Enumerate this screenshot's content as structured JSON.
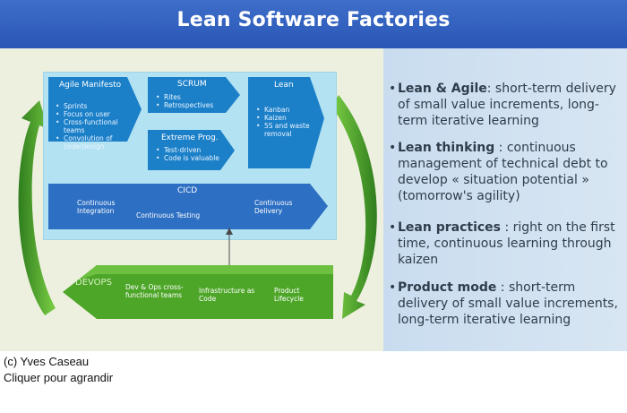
{
  "title": "Lean Software Factories",
  "boxes": {
    "agile": {
      "title": "Agile Manifesto",
      "items": [
        "Sprints",
        "Focus on user",
        "Cross-functional teams",
        "Convolution of code/design"
      ]
    },
    "scrum": {
      "title": "SCRUM",
      "items": [
        "Rites",
        "Retrospectives"
      ]
    },
    "xp": {
      "title": "Extreme Prog.",
      "items": [
        "Test-driven",
        "Code is valuable"
      ]
    },
    "lean": {
      "title": "Lean",
      "items": [
        "Kanban",
        "Kaizen",
        "5S and waste removal"
      ]
    },
    "cicd": {
      "title": "CICD",
      "left": "Continuous Integration",
      "center": "Continuous Testing",
      "right": "Continuous Delivery"
    },
    "devops": {
      "title": "DEVOPS",
      "items": [
        "Dev & Ops cross-functional teams",
        "Infrastructure as Code",
        "Product Lifecycle"
      ]
    }
  },
  "bullets": [
    {
      "bold": "Lean & Agile",
      "text": ": short-term delivery of small value increments, long-term iterative learning"
    },
    {
      "bold": "Lean thinking",
      "text": " : continuous management of technical debt to develop « situation potential » (tomorrow's agility)"
    },
    {
      "bold": "Lean practices",
      "text": " : right on the first time, continuous learning through kaizen"
    },
    {
      "bold": "Product mode",
      "text": " : short-term delivery of small value increments, long-term iterative learning"
    }
  ],
  "caption": {
    "credit": "(c) Yves Caseau",
    "action": "Cliquer pour agrandir"
  },
  "colors": {
    "title_band": "#2f5fbf",
    "box_blue": "#1f7fc8",
    "cicd_blue": "#2e6fc0",
    "devops_green": "#4fa82a",
    "loop_green": "#5cb833"
  }
}
